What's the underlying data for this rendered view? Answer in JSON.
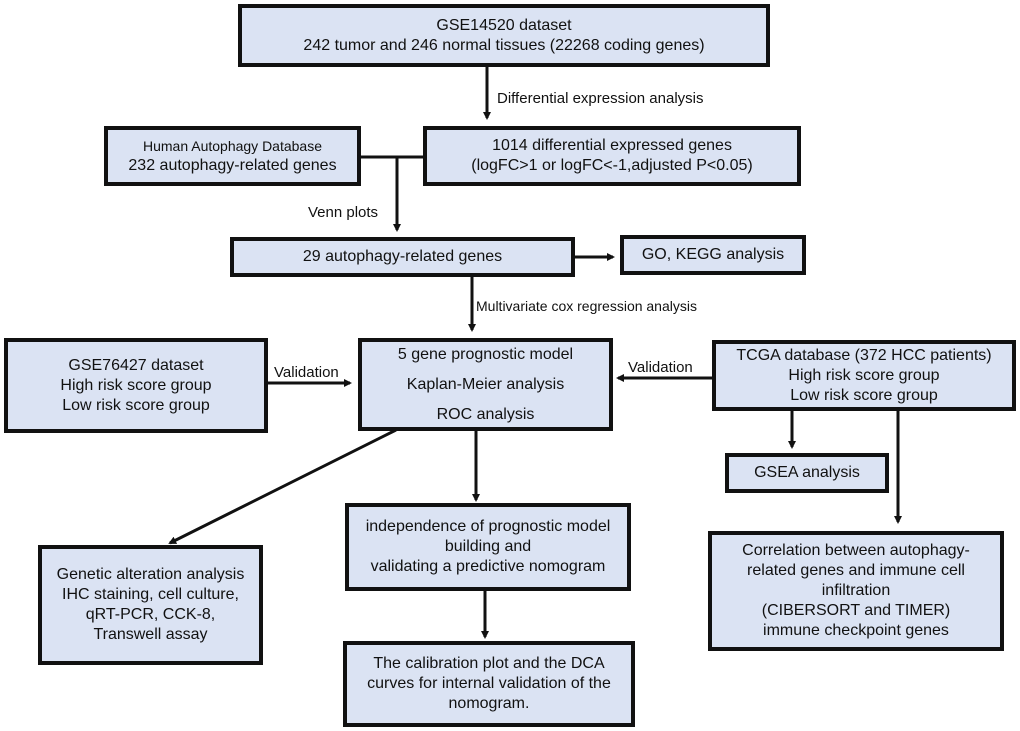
{
  "nodes": {
    "gse14520": [
      "GSE14520 dataset",
      "242 tumor and 246 normal tissues (22268 coding genes)"
    ],
    "had": [
      "Human Autophagy Database",
      "232 autophagy-related genes"
    ],
    "deg": [
      "1014 differential expressed genes",
      "(logFC>1 or logFC<-1,adjusted P<0.05)"
    ],
    "arg29": [
      "29 autophagy-related genes"
    ],
    "gokegg": [
      "GO, KEGG analysis"
    ],
    "gse76427": [
      "GSE76427 dataset",
      "High risk score group",
      "Low risk score group"
    ],
    "model": [
      "5 gene prognostic model",
      "Kaplan-Meier analysis",
      "ROC analysis"
    ],
    "tcga": [
      "TCGA database (372 HCC patients)",
      "High risk score group",
      "Low risk score group"
    ],
    "gsea": [
      "GSEA analysis"
    ],
    "genetic": [
      "Genetic alteration analysis",
      "IHC staining, cell culture,",
      "qRT-PCR, CCK-8,",
      "Transwell assay"
    ],
    "independence": [
      "independence of prognostic model",
      "building and",
      "validating a predictive nomogram"
    ],
    "calibration": [
      "The calibration plot and the DCA",
      "curves for internal validation of the",
      "nomogram."
    ],
    "correlation": [
      "Correlation between autophagy-",
      "related genes and immune cell",
      "infiltration",
      "(CIBERSORT and TIMER)",
      "immune checkpoint genes"
    ]
  },
  "edge_labels": {
    "differential": "Differential expression analysis",
    "venn": "Venn plots",
    "cox": "Multivariate cox  regression analysis",
    "validation_left": "Validation",
    "validation_right": "Validation"
  },
  "colors": {
    "box_fill": "#dbe3f3",
    "stroke": "#111111"
  }
}
